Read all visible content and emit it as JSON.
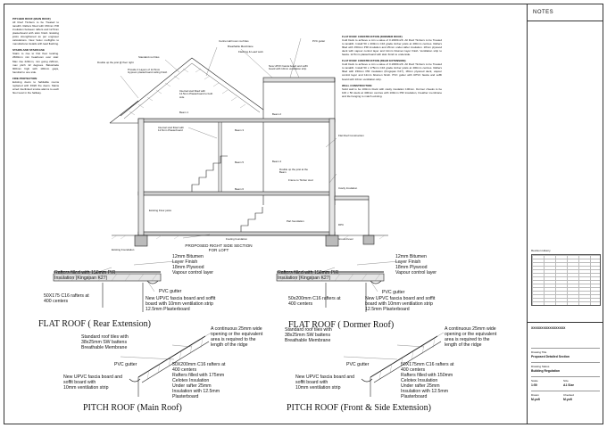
{
  "notes": {
    "title": "NOTES"
  },
  "revision": {
    "title": "Revision History"
  },
  "title_block": {
    "company": "XXXXXXXXXXXXXXXXX",
    "project_label": "Drawing Title",
    "project": "Proposed Detailed Section",
    "purpose_label": "Drawing Status",
    "purpose": "Building Regulation",
    "scale_label": "Scale",
    "scale": "1:50",
    "size_label": "Size",
    "size": "A1 Size",
    "drawn_label": "Drawn",
    "drawn": "M.yofi",
    "checked_label": "Checked",
    "checked": "M.yofi"
  },
  "section": {
    "caption_line1": "PROPOSED RIGHT SIDE SECTION",
    "caption_line2": "FOR LOFT",
    "left_notes_title": "PITCHED ROOF (MAIN ROOF)",
    "left_notes": "All Roof Timbers to be Treated to tanalith. Rafters fitted with 150mm PIR insulation between rafters and 12.5mm plasterboard with skim finish. Existing joists strengthened as per engineer calculations. New Velux rooflights to manufacturer details with lead flashing.",
    "stair_title": "STAIRS AND STAIRCASE",
    "stair_notes": "Stairs to rise to first floor landing. 2600mm min headroom over stair. Max rise 220mm, min going 220mm, max pitch 42 degrees. Balustrade 900mm high with 100mm gaps, handrail to one side.",
    "fire_title": "FIRE PROTECTION",
    "fire_notes": "Existing doors to habitable rooms replaced with FD20 fire doors. Mains wired interlinked smoke alarms to each floor level in the hallway.",
    "labels": [
      "Double up the joist @ floor right",
      "Standard roof tiles",
      "Provide 2 Layers of 12.5mm Gypsum plasterboard ceiling finish",
      "Internal stud fitted with 12.5mm Plasterboard to both side",
      "Centre Hall room roof tiles",
      "Breathable Membrane",
      "Flashing & Lead work",
      "Beam 1",
      "Beam 2",
      "Beam 3",
      "Beam 4",
      "Beam 5",
      "Beam 6",
      "New UPVC fascia board and soffit board with 10mm ventilation strip",
      "Internal stud fitted with 12.5mm Plasterboard",
      "Existing Floor joists",
      "Existing Foundation",
      "Footing foundation",
      "PVC gutter",
      "Flat Roof Construction",
      "Cavity Insulation",
      "Double up the joist at the Beam",
      "Frame to Timber stud",
      "Part foundation",
      "DPC",
      "Ground level"
    ]
  },
  "flat_notes": {
    "title1": "FLAT ROOF CONSTRUCTION (DORMER ROOF)",
    "text1": "Cold Deck to achieve a min u-value of 0.18W/m2K. All Roof Timbers to be Treated to tanalith. Install 50 x 200mm C16 grade timber joists at 400mm centres. Rafters filled with 150mm PIR insulation and 25mm under-rafter insulation. 18mm plywood deck with vapour control layer and 12mm bitumen layer finish. Ventilation strip to fascia. 12.5mm plasterboard with skim finish to underside.",
    "title2": "FLAT ROOF CONSTRUCTION (REAR EXTENSION)",
    "text2": "Cold Deck to achieve a min u-value of 0.18W/m2K. All Roof Timbers to be Treated to tanalith. Install 50 x 175mm C16 grade timber joists at 400mm centres. Rafters filled with 150mm PIR insulation (Kingspan K27), 18mm plywood deck, vapour control layer and 12mm bitumen finish. PVC gutter with UPVC fascia and soffit board with 10mm ventilation strip.",
    "title3": "WALL CONSTRUCTION",
    "text3": "Solid wall to be 100mm block with cavity insulation 100mm. Dormer cheeks to be 100 x 50 studs at 400mm centres with 100mm PIR insulation, breather membrane and tile hanging to match existing."
  },
  "details": [
    {
      "heading": "FLAT ROOF ( Rear Extension)",
      "notes_right": [
        "12mm Bitumen",
        "Layer Finish",
        "18mm Plywood",
        "Vapour control layer"
      ],
      "notes_left": [
        "Rafters filled with 150mm  PIR",
        "Insulation (Kingspan K27)"
      ],
      "joist": [
        "50X175  C16  rafters  at",
        "400 centers"
      ],
      "gutter": "PVC gutter",
      "fascia": [
        "New UPVC fascia board and soffit",
        "board with 10mm ventilation strip",
        "12.5mm Plasterboard"
      ]
    },
    {
      "heading": "FLAT ROOF ( Dormer Roof)",
      "notes_right": [
        "12mm Bitumen",
        "Layer Finish",
        "18mm Plywood",
        "Vapour control layer"
      ],
      "notes_left": [
        "Rafters filled with 150mm  PIR",
        "Insulation (Kingspan K27)"
      ],
      "joist": [
        "50x200mm C16 rafters at",
        "400 centers"
      ],
      "gutter": "PVC gutter",
      "fascia": [
        "New UPVC fascia board and soffit",
        "board with 10mm ventilation strip",
        "12.5mm Plasterboard"
      ]
    },
    {
      "heading": "PITCH ROOF (Main Roof)",
      "tiles": [
        "Standard  roof  tiles  with",
        "38x25mm SW battens",
        "Breathable Membrane"
      ],
      "vent": [
        "A  continuous  25mm  wide",
        "opening  or  the  equivalent",
        "area  is  required  to  the",
        "length of the ridge"
      ],
      "gutter": "PVC gutter",
      "fascia": [
        "New UPVC fascia board  and",
        "soffit  board  with",
        "10mm ventilation strip"
      ],
      "rafters": [
        "50X200mm C16 rafters at",
        "400 centers",
        "Rafters filled with 175mm",
        "Celotex Insulation",
        "Under  rafter  25mm",
        "Insulation with 12.5mm",
        "Plasterboard"
      ]
    },
    {
      "heading": "PITCH ROOF (Front & Side Extension)",
      "tiles": [
        "Standard  roof  tiles  with",
        "38x25mm SW battens",
        "Breathable Membrane"
      ],
      "vent": [
        "A  continuous  25mm  wide",
        "opening  or  the  equivalent",
        "area  is  required  to  the",
        "length of the ridge"
      ],
      "gutter": "PVC gutter",
      "fascia": [
        "New UPVC fascia board  and",
        "soffit  board  with",
        "10mm ventilation strip"
      ],
      "rafters": [
        "50X175mm C16 rafters at",
        "400 centers",
        "Rafters filled with 150mm",
        "Celotex Insulation",
        "Under  rafter  25mm",
        "Insulation with 12.5mm",
        "Plasterboard"
      ]
    }
  ]
}
